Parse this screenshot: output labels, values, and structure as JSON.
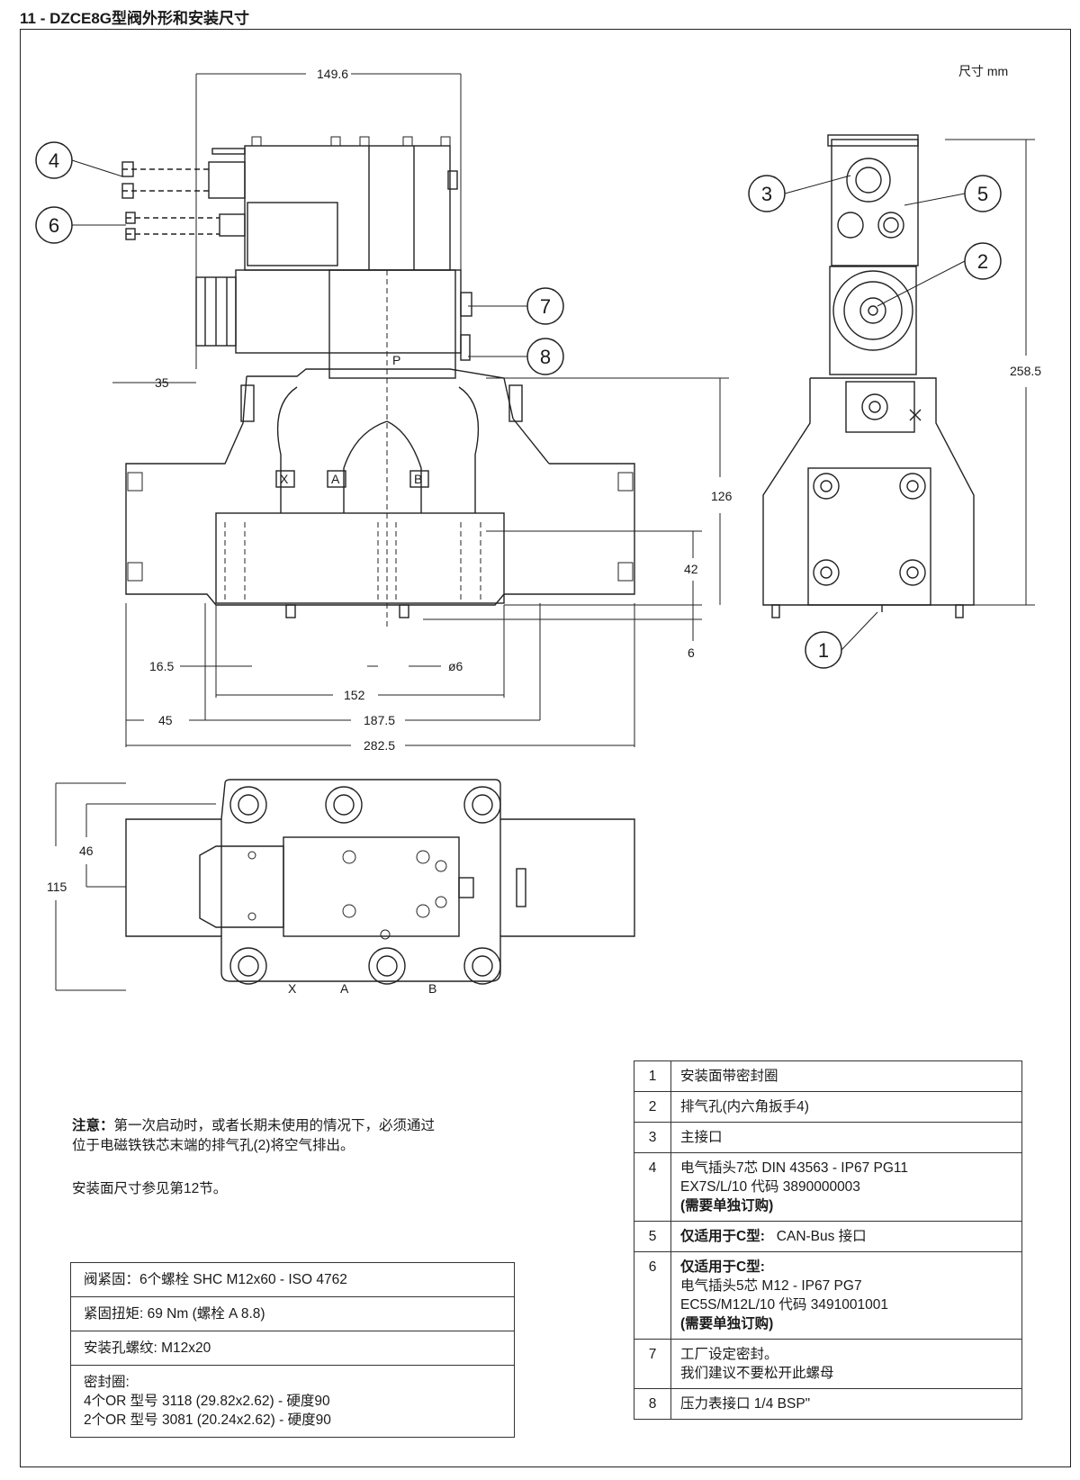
{
  "header": {
    "title": "11 - DZCE8G型阀外形和安装尺寸"
  },
  "drawing": {
    "unit_label": "尺寸 mm",
    "dimensions": {
      "top_width": "149.6",
      "d35": "35",
      "height_126": "126",
      "height_42": "42",
      "d6_bottom": "6",
      "d16_5": "16.5",
      "phi6": "ø6",
      "d152": "152",
      "d45": "45",
      "d187_5": "187.5",
      "d282_5": "282.5",
      "height_258_5": "258.5",
      "d46": "46",
      "d115": "115"
    },
    "port_labels": {
      "x": "X",
      "a": "A",
      "b": "B",
      "p": "P"
    },
    "callouts": [
      "1",
      "2",
      "3",
      "4",
      "5",
      "6",
      "7",
      "8"
    ]
  },
  "note": {
    "label": "注意：",
    "line1": "第一次启动时，或者长期未使用的情况下，必须通过",
    "line2": "位于电磁铁铁芯末端的排气孔(2)将空气排出。",
    "mounting_ref": "安装面尺寸参见第12节。"
  },
  "spec_table": {
    "r1": "阀紧固：6个螺栓    SHC M12x60 - ISO 4762",
    "r2": "紧固扭矩:    69 Nm (螺栓 A 8.8)",
    "r3": "安装孔螺纹:    M12x20",
    "r4_title": "密封圈:",
    "r4_l1": "4个OR 型号 3118 (29.82x2.62) - 硬度90",
    "r4_l2": "2个OR 型号 3081 (20.24x2.62) - 硬度90"
  },
  "items_table": {
    "rows": [
      {
        "num": "1",
        "text": "安装面带密封圈"
      },
      {
        "num": "2",
        "text": "排气孔(内六角扳手4)"
      },
      {
        "num": "3",
        "text": "主接口"
      },
      {
        "num": "4",
        "l1": "电气插头7芯 DIN 43563 - IP67 PG11",
        "l2": "EX7S/L/10 代码 3890000003",
        "l3": "(需要单独订购)"
      },
      {
        "num": "5",
        "bold": "仅适用于C型:",
        "text": "CAN-Bus 接口"
      },
      {
        "num": "6",
        "bold": "仅适用于C型:",
        "l1": "电气插头5芯 M12 - IP67 PG7",
        "l2": "EC5S/M12L/10 代码 3491001001",
        "l3": "(需要单独订购)"
      },
      {
        "num": "7",
        "l1": "工厂设定密封。",
        "l2": "我们建议不要松开此螺母"
      },
      {
        "num": "8",
        "text": "压力表接口 1/4 BSP\""
      }
    ]
  }
}
